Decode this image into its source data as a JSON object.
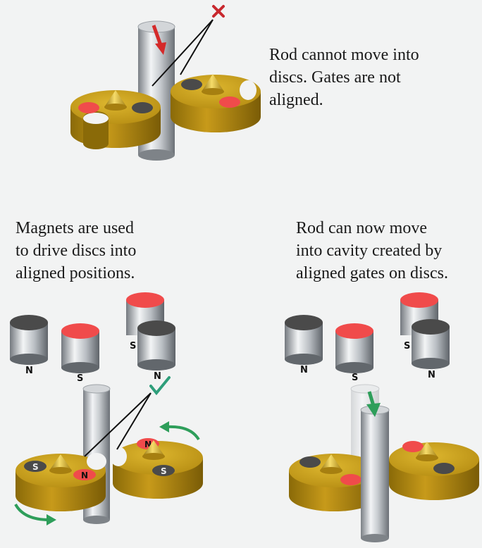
{
  "captions": {
    "top": [
      "Rod cannot move into",
      "discs. Gates are not",
      "aligned."
    ],
    "left": [
      "Magnets are used",
      "to drive discs into",
      "aligned positions."
    ],
    "right": [
      "Rod can now move",
      "into cavity created by",
      "aligned gates on discs."
    ]
  },
  "magnet_labels": {
    "left_1": "N",
    "left_2": "S",
    "left_3": "S",
    "left_4": "N",
    "right_1": "N",
    "right_2": "S",
    "right_3": "S",
    "right_4": "N"
  },
  "disc_labels": {
    "left_disc_s": "S",
    "left_disc_n": "N",
    "right_disc_n": "N",
    "right_disc_s": "S"
  },
  "icons": {
    "fail": "red-x-icon",
    "success": "green-check-icon"
  },
  "colors": {
    "gold": "#c9a21c",
    "red": "#f04b4b",
    "dark": "#4a4a4a",
    "arrow_red": "#d42a2a",
    "arrow_green": "#2e9e5a"
  }
}
